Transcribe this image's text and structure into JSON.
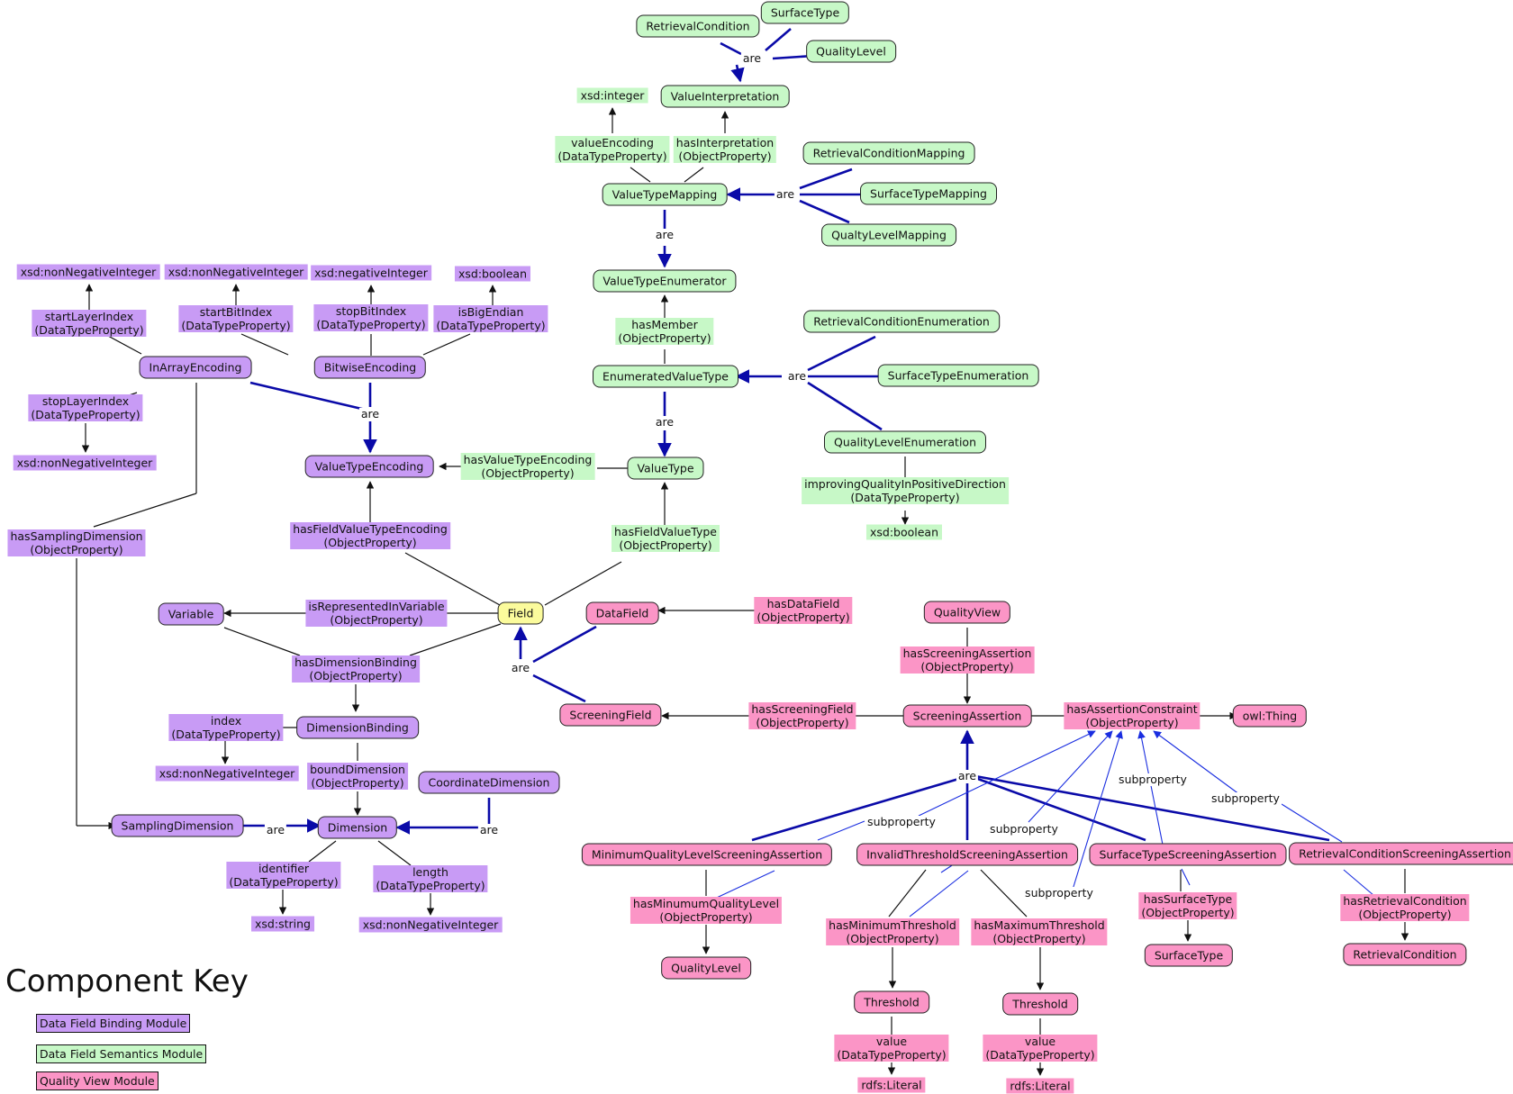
{
  "title": "Component Key",
  "colors": {
    "binding": "#c89bf5",
    "semantics": "#c7f8c7",
    "quality": "#fb95c6",
    "shared": "#fbfb9c",
    "are_edge": "#0a0aa8",
    "subproperty_edge": "#1a2ee0",
    "property_edge": "#111111"
  },
  "legend": [
    {
      "label": "Data Field Binding Module",
      "color": "#c89bf5"
    },
    {
      "label": "Data Field Semantics Module",
      "color": "#c7f8c7"
    },
    {
      "label": "Quality View Module",
      "color": "#fb95c6"
    }
  ],
  "edge_labels": {
    "are": "are",
    "subproperty": "subproperty"
  },
  "nodes": {
    "retrievalCondition_g": "RetrievalCondition",
    "surfaceType_g": "SurfaceType",
    "qualityLevel_g": "QualityLevel",
    "valueInterpretation": "ValueInterpretation",
    "xsdInteger": "xsd:integer",
    "valueEncoding": "valueEncoding\n(DataTypeProperty)",
    "hasInterpretation": "hasInterpretation\n(ObjectProperty)",
    "valueTypeMapping": "ValueTypeMapping",
    "retrievalConditionMapping": "RetrievalConditionMapping",
    "surfaceTypeMapping": "SurfaceTypeMapping",
    "qualtyLevelMapping": "QualtyLevelMapping",
    "valueTypeEnumerator": "ValueTypeEnumerator",
    "hasMember": "hasMember\n(ObjectProperty)",
    "enumeratedValueType": "EnumeratedValueType",
    "retrievalConditionEnumeration": "RetrievalConditionEnumeration",
    "surfaceTypeEnumeration": "SurfaceTypeEnumeration",
    "qualityLevelEnumeration": "QualityLevelEnumeration",
    "improvingQuality": "improvingQualityInPositiveDirection\n(DataTypeProperty)",
    "xsdBoolean_g": "xsd:boolean",
    "valueType": "ValueType",
    "hasValueTypeEncoding": "hasValueTypeEncoding\n(ObjectProperty)",
    "hasFieldValueType": "hasFieldValueType\n(ObjectProperty)",
    "xsdNNI_1": "xsd:nonNegativeInteger",
    "xsdNNI_2": "xsd:nonNegativeInteger",
    "xsdNegInt": "xsd:negativeInteger",
    "xsdBoolean_p": "xsd:boolean",
    "startLayerIndex": "startLayerIndex\n(DataTypeProperty)",
    "startBitIndex": "startBitIndex\n(DataTypeProperty)",
    "stopBitIndex": "stopBitIndex\n(DataTypeProperty)",
    "isBigEndian": "isBigEndian\n(DataTypeProperty)",
    "inArrayEncoding": "InArrayEncoding",
    "bitwiseEncoding": "BitwiseEncoding",
    "stopLayerIndex": "stopLayerIndex\n(DataTypeProperty)",
    "xsdNNI_3": "xsd:nonNegativeInteger",
    "valueTypeEncoding": "ValueTypeEncoding",
    "hasFieldValueTypeEncoding": "hasFieldValueTypeEncoding\n(ObjectProperty)",
    "hasSamplingDimension": "hasSamplingDimension\n(ObjectProperty)",
    "variable": "Variable",
    "isRepresentedInVariable": "isRepresentedInVariable\n(ObjectProperty)",
    "field": "Field",
    "hasDimensionBinding": "hasDimensionBinding\n(ObjectProperty)",
    "index": "index\n(DataTypeProperty)",
    "dimensionBinding": "DimensionBinding",
    "xsdNNI_4": "xsd:nonNegativeInteger",
    "boundDimension": "boundDimension\n(ObjectProperty)",
    "coordinateDimension": "CoordinateDimension",
    "samplingDimension": "SamplingDimension",
    "dimension": "Dimension",
    "identifier": "identifier\n(DataTypeProperty)",
    "length": "length\n(DataTypeProperty)",
    "xsdString": "xsd:string",
    "xsdNNI_5": "xsd:nonNegativeInteger",
    "dataField": "DataField",
    "hasDataField": "hasDataField\n(ObjectProperty)",
    "qualityView": "QualityView",
    "hasScreeningAssertion": "hasScreeningAssertion\n(ObjectProperty)",
    "screeningField": "ScreeningField",
    "hasScreeningField": "hasScreeningField\n(ObjectProperty)",
    "screeningAssertion": "ScreeningAssertion",
    "hasAssertionConstraint": "hasAssertionConstraint\n(ObjectProperty)",
    "owlThing": "owl:Thing",
    "minQLSA": "MinimumQualityLevelScreeningAssertion",
    "invalidThresholdSA": "InvalidThresholdScreeningAssertion",
    "surfaceTypeSA": "SurfaceTypeScreeningAssertion",
    "retrievalConditionSA": "RetrievalConditionScreeningAssertion",
    "hasMinumumQualityLevel": "hasMinumumQualityLevel\n(ObjectProperty)",
    "qualityLevel_p": "QualityLevel",
    "hasMinimumThreshold": "hasMinimumThreshold\n(ObjectProperty)",
    "hasMaximumThreshold": "hasMaximumThreshold\n(ObjectProperty)",
    "hasSurfaceType": "hasSurfaceType\n(ObjectProperty)",
    "hasRetrievalCondition": "hasRetrievalCondition\n(ObjectProperty)",
    "surfaceType_p": "SurfaceType",
    "retrievalCondition_p": "RetrievalCondition",
    "threshold_1": "Threshold",
    "threshold_2": "Threshold",
    "value_1": "value\n(DataTypeProperty)",
    "value_2": "value\n(DataTypeProperty)",
    "rdfsLiteral_1": "rdfs:Literal",
    "rdfsLiteral_2": "rdfs:Literal"
  }
}
